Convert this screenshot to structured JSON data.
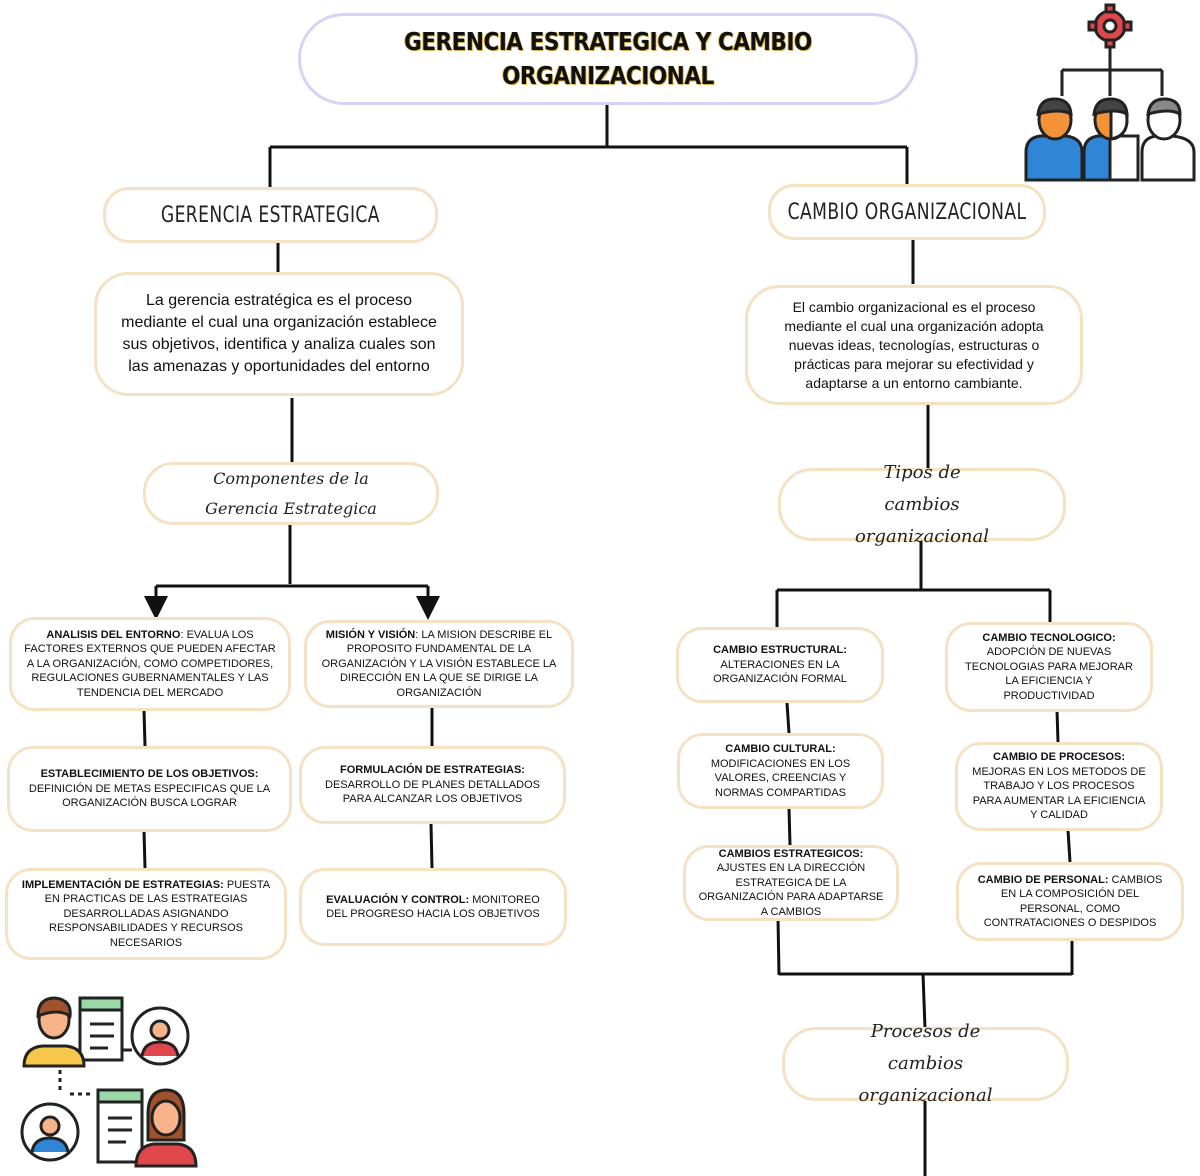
{
  "title": "GERENCIA ESTRATEGICA Y CAMBIO ORGANIZACIONAL",
  "left": {
    "header": "GERENCIA ESTRATEGICA",
    "definition": "La gerencia estratégica es el proceso mediante el cual una organización establece sus objetivos, identifica y analiza cuales son las amenazas y oportunidades del entorno",
    "subheader": "Componentes de la Gerencia Estrategica",
    "items": [
      {
        "title": "ANALISIS DEL ENTORNO",
        "sep": ": ",
        "text": "EVALUA LOS FACTORES EXTERNOS QUE PUEDEN AFECTAR A LA ORGANIZACIÓN, COMO COMPETIDORES, REGULACIONES GUBERNAMENTALES Y LAS TENDENCIA DEL MERCADO"
      },
      {
        "title": "MISIÓN Y VISIÓN",
        "sep": ": ",
        "text": "LA MISION DESCRIBE EL PROPOSITO FUNDAMENTAL DE LA ORGANIZACIÓN Y LA VISIÓN ESTABLECE  LA DIRECCIÓN  EN LA QUE SE DIRIGE LA ORGANIZACIÓN"
      },
      {
        "title": "ESTABLECIMIENTO DE LOS OBJETIVOS:",
        "sep": "",
        "text": "DEFINICIÓN DE METAS ESPECIFICAS QUE LA ORGANIZACIÓN BUSCA LOGRAR"
      },
      {
        "title": "FORMULACIÓN DE ESTRATEGIAS:",
        "sep": "",
        "text": "DESARROLLO DE PLANES DETALLADOS PARA ALCANZAR LOS OBJETIVOS"
      },
      {
        "title": "IMPLEMENTACIÓN DE ESTRATEGIAS:",
        "sep": " ",
        "text": "PUESTA EN PRACTICAS DE LAS ESTRATEGIAS DESARROLLADAS ASIGNANDO RESPONSABILIDADES  Y RECURSOS NECESARIOS"
      },
      {
        "title": "EVALUACIÓN Y CONTROL:",
        "sep": "  ",
        "text": "MONITOREO DEL PROGRESO HACIA LOS OBJETIVOS"
      }
    ]
  },
  "right": {
    "header": "CAMBIO ORGANIZACIONAL",
    "definition": "El cambio organizacional es el proceso mediante el cual una organización adopta nuevas ideas, tecnologías, estructuras o prácticas para mejorar su efectividad y adaptarse a un entorno cambiante.",
    "subheader": "Tipos de cambios organizacional",
    "items": [
      {
        "title": "CAMBIO ESTRUCTURAL:",
        "sep": "",
        "text": "ALTERACIONES EN LA ORGANIZACIÓN FORMAL"
      },
      {
        "title": "CAMBIO TECNOLOGICO:",
        "sep": "",
        "text": "ADOPCIÓN DE NUEVAS TECNOLOGIAS PARA MEJORAR LA EFICIENCIA Y PRODUCTIVIDAD"
      },
      {
        "title": "CAMBIO CULTURAL:",
        "sep": "",
        "text": "MODIFICACIONES EN LOS VALORES, CREENCIAS Y NORMAS COMPARTIDAS"
      },
      {
        "title": "CAMBIO DE PROCESOS:",
        "sep": "",
        "text": "MEJORAS EN LOS METODOS DE TRABAJO Y LOS PROCESOS PARA AUMENTAR LA EFICIENCIA Y CALIDAD"
      },
      {
        "title": "CAMBIOS ESTRATEGICOS:",
        "sep": " ",
        "text": "AJUSTES EN LA DIRECCIÓN ESTRATEGICA DE LA ORGANIZACIÓN PARA ADAPTARSE A CAMBIOS"
      },
      {
        "title": "CAMBIO DE PERSONAL:",
        "sep": " ",
        "text": "CAMBIOS EN LA COMPOSICIÓN DEL PERSONAL, COMO CONTRATACIONES O DESPIDOS"
      }
    ],
    "process_header": "Procesos de cambios organizacional"
  },
  "icons": {
    "top_right": "team-hierarchy-gear-icon",
    "bottom_left": "team-network-icon",
    "colors": {
      "blue": "#2f86d6",
      "orange": "#f39237",
      "gear": "#e0474c",
      "skin": "#f7b48a"
    }
  }
}
